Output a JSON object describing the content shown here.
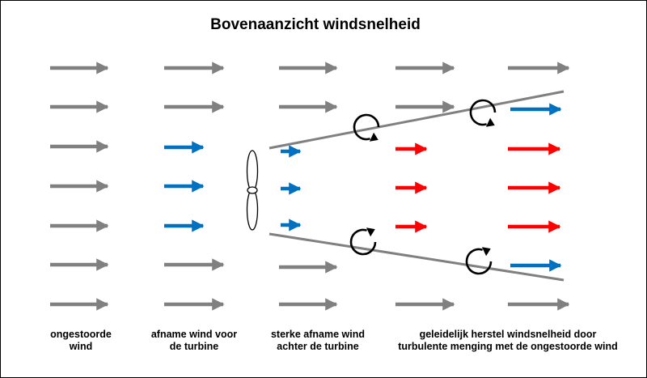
{
  "title": "Bovenaanzicht windsnelheid",
  "labels": {
    "col1": [
      "ongestoorde",
      "wind"
    ],
    "col2": [
      "afname wind voor",
      "de turbine"
    ],
    "col3": [
      "sterke afname wind",
      "achter de turbine"
    ],
    "col4": [
      "geleidelijk herstel windsnelheid door",
      "turbulente menging met de ongestoorde wind"
    ]
  },
  "colors": {
    "undisturbed": "#808080",
    "reduced": "#0070c0",
    "recovering": "#ff0000",
    "wake_boundary": "#808080",
    "vortex": "#000000"
  },
  "icons": [
    "wind-arrow",
    "turbine-rotor-icon",
    "vortex-icon"
  ]
}
